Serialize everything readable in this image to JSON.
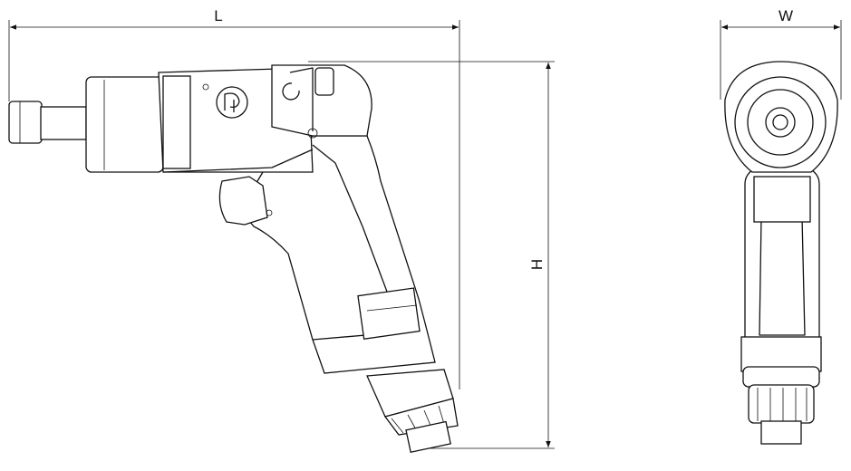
{
  "dimensions": {
    "length_label": "L",
    "height_label": "H",
    "width_label": "W"
  },
  "views": [
    "side-view",
    "front-view"
  ],
  "colors": {
    "line": "#111111",
    "background": "#ffffff"
  }
}
